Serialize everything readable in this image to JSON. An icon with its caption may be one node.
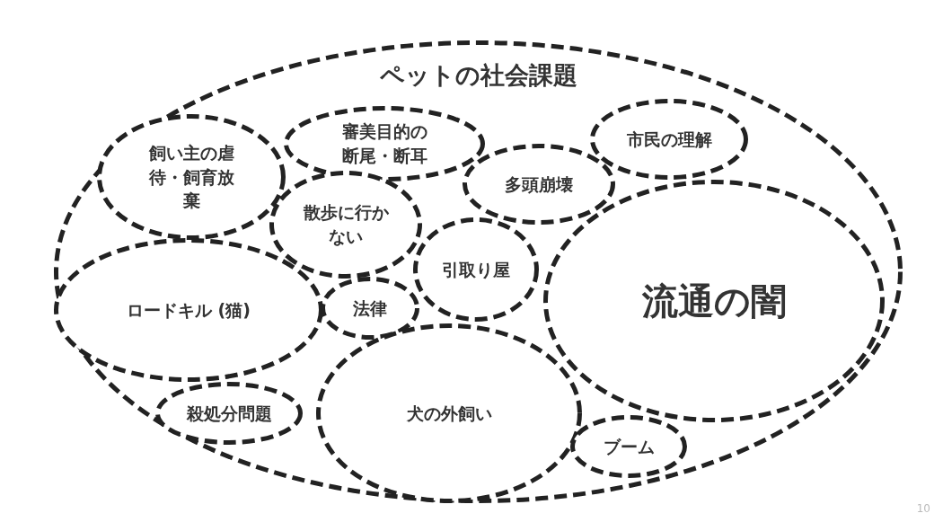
{
  "diagram": {
    "nodes": [
      {
        "text": [
          "ペットの社会課題"
        ]
      },
      {
        "text": [
          "飼い主の虐待・飼育放棄"
        ],
        "in": 0
      },
      {
        "text": [
          "審美目的の断尾・断耳"
        ],
        "in": 0
      },
      {
        "text": [
          "市民の理解"
        ],
        "in": 0
      },
      {
        "text": [
          "多頭崩壊"
        ],
        "in": 0
      },
      {
        "text": [
          "散歩に行かない"
        ],
        "in": 0
      },
      {
        "text": [
          "引取り屋"
        ],
        "in": 0
      },
      {
        "text": [
          "流通の闇"
        ],
        "in": 0
      },
      {
        "text": [
          "ロードキル (猫)"
        ],
        "in": 0
      },
      {
        "text": [
          "法律"
        ],
        "in": 0
      },
      {
        "text": [
          "殺処分問題"
        ],
        "in": 0
      },
      {
        "text": [
          "犬の外飼い"
        ],
        "in": 0
      },
      {
        "text": [
          "ブーム"
        ],
        "in": 0
      }
    ],
    "labels": [
      "10"
    ]
  }
}
